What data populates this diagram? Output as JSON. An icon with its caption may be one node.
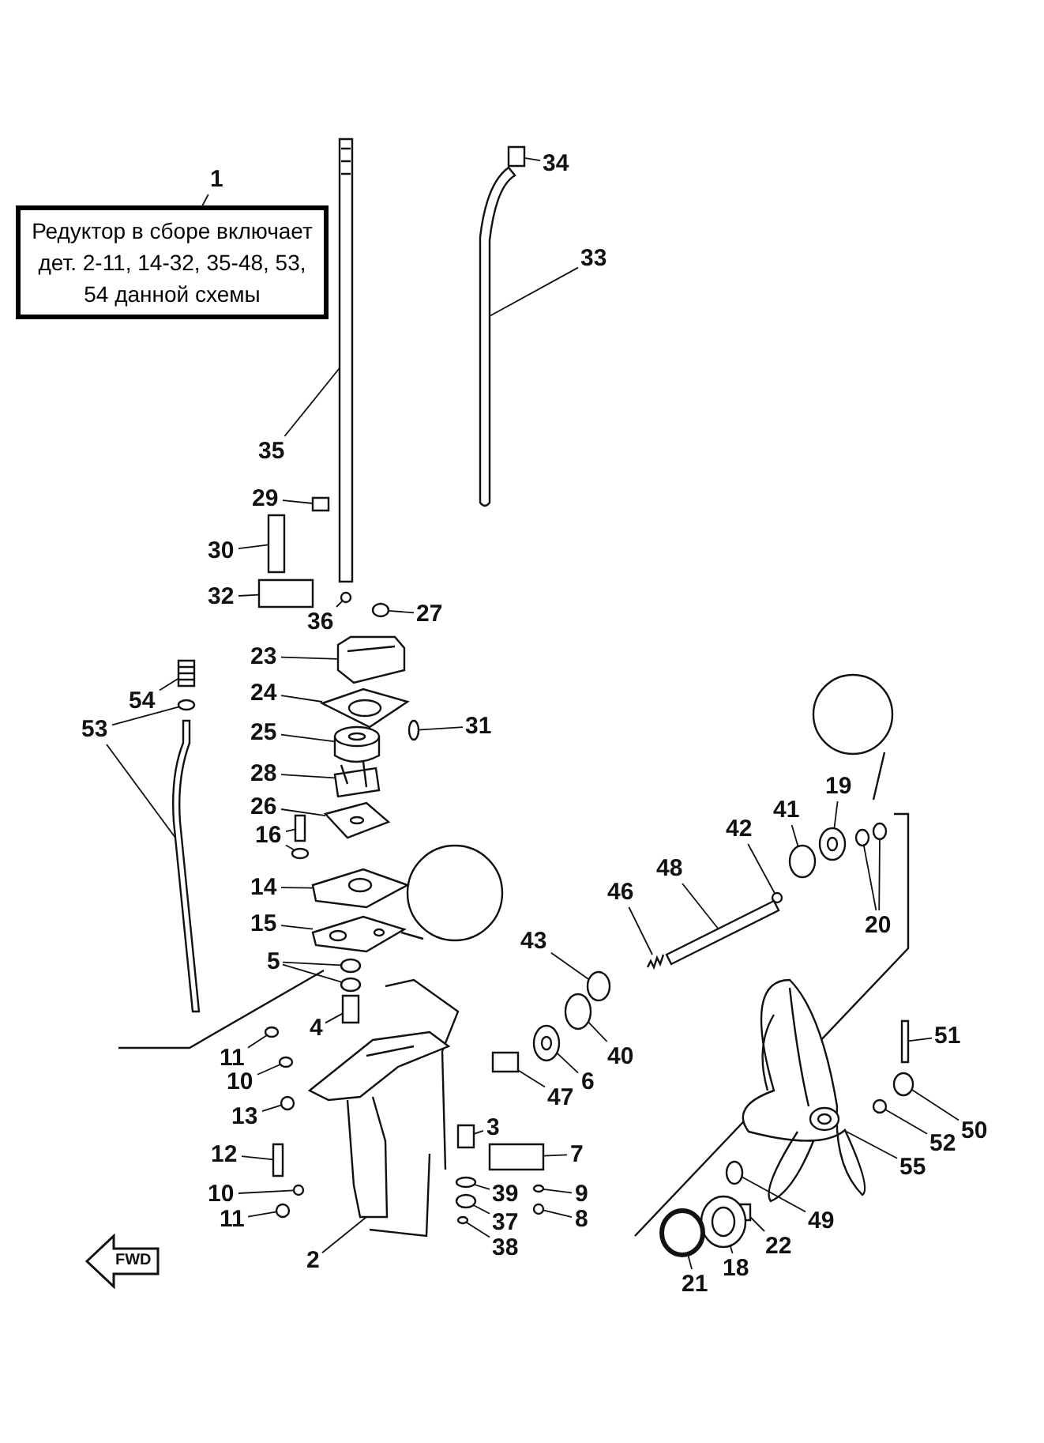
{
  "diagram": {
    "nodes": [
      {
        "text": [
          "Редуктор в сборе включает дет. 2-11, 14-32, 35-48, 53, 54 данной схемы"
        ]
      },
      {
        "text": [
          "1"
        ]
      },
      {
        "text": [
          "34"
        ]
      },
      {
        "text": [
          "33"
        ]
      },
      {
        "text": [
          "35"
        ]
      },
      {
        "text": [
          "29"
        ]
      },
      {
        "text": [
          "30"
        ]
      },
      {
        "text": [
          "32"
        ]
      },
      {
        "text": [
          "36"
        ]
      },
      {
        "text": [
          "27"
        ]
      },
      {
        "text": [
          "23"
        ]
      },
      {
        "text": [
          "54"
        ]
      },
      {
        "text": [
          "53"
        ]
      },
      {
        "text": [
          "24"
        ]
      },
      {
        "text": [
          "31"
        ]
      },
      {
        "text": [
          "25"
        ]
      },
      {
        "text": [
          "28"
        ]
      },
      {
        "text": [
          "19"
        ]
      },
      {
        "text": [
          "41"
        ]
      },
      {
        "text": [
          "42"
        ]
      },
      {
        "text": [
          "26"
        ]
      },
      {
        "text": [
          "16"
        ]
      },
      {
        "text": [
          "48"
        ]
      },
      {
        "text": [
          "46"
        ]
      },
      {
        "text": [
          "14"
        ]
      },
      {
        "text": [
          "20"
        ]
      },
      {
        "text": [
          "15"
        ]
      },
      {
        "text": [
          "43"
        ]
      },
      {
        "text": [
          "5"
        ]
      },
      {
        "text": [
          "4"
        ]
      },
      {
        "text": [
          "51"
        ]
      },
      {
        "text": [
          "11"
        ]
      },
      {
        "text": [
          "40"
        ]
      },
      {
        "text": [
          "10"
        ]
      },
      {
        "text": [
          "6"
        ]
      },
      {
        "text": [
          "47"
        ]
      },
      {
        "text": [
          "13"
        ]
      },
      {
        "text": [
          "50"
        ]
      },
      {
        "text": [
          "3"
        ]
      },
      {
        "text": [
          "52"
        ]
      },
      {
        "text": [
          "12"
        ]
      },
      {
        "text": [
          "7"
        ]
      },
      {
        "text": [
          "55"
        ]
      },
      {
        "text": [
          "10"
        ]
      },
      {
        "text": [
          "39"
        ]
      },
      {
        "text": [
          "9"
        ]
      },
      {
        "text": [
          "49"
        ]
      },
      {
        "text": [
          "11"
        ]
      },
      {
        "text": [
          "37"
        ]
      },
      {
        "text": [
          "8"
        ]
      },
      {
        "text": [
          "22"
        ]
      },
      {
        "text": [
          "38"
        ]
      },
      {
        "text": [
          "2"
        ]
      },
      {
        "text": [
          "18"
        ]
      },
      {
        "text": [
          "21"
        ]
      },
      {
        "text": [],
        "shape": "box"
      },
      {
        "text": [],
        "shape": "bar"
      },
      {
        "text": [],
        "shape": "bar"
      },
      {
        "text": [],
        "shape": "box"
      },
      {
        "text": [],
        "shape": "box"
      },
      {
        "text": [],
        "shape": "box"
      },
      {
        "text": [],
        "shape": "circle"
      },
      {
        "text": [],
        "shape": "circle"
      },
      {
        "text": [],
        "shape": "picture"
      },
      {
        "text": [],
        "shape": "picture"
      },
      {
        "text": [],
        "shape": "circle"
      },
      {
        "text": [],
        "shape": "bar"
      },
      {
        "text": [],
        "shape": "picture"
      },
      {
        "text": [],
        "shape": "circle"
      },
      {
        "text": [],
        "shape": "cylinder"
      },
      {
        "text": [],
        "shape": "picture"
      },
      {
        "text": [],
        "shape": "picture"
      },
      {
        "text": [],
        "shape": "circle"
      },
      {
        "text": [],
        "shape": "circle"
      },
      {
        "text": [],
        "shape": "picture"
      },
      {
        "text": [],
        "shape": "box"
      },
      {
        "text": [],
        "shape": "circle"
      },
      {
        "text": [],
        "shape": "bar"
      },
      {
        "text": [],
        "shape": "picture"
      },
      {
        "text": [],
        "shape": "picture"
      },
      {
        "text": [],
        "shape": "circle"
      },
      {
        "text": [],
        "shape": "circle"
      },
      {
        "text": [],
        "shape": "picture"
      },
      {
        "text": [],
        "shape": "circle"
      },
      {
        "text": [],
        "shape": "circle"
      },
      {
        "text": [],
        "shape": "circle"
      },
      {
        "text": [],
        "shape": "box"
      },
      {
        "text": [],
        "shape": "box"
      },
      {
        "text": [],
        "shape": "circle"
      },
      {
        "text": [],
        "shape": "circle"
      },
      {
        "text": [],
        "shape": "circle"
      },
      {
        "text": [],
        "shape": "picture"
      },
      {
        "text": [],
        "shape": "box"
      },
      {
        "text": [],
        "shape": "circle"
      },
      {
        "text": [],
        "shape": "circle"
      },
      {
        "text": [],
        "shape": "box"
      },
      {
        "text": [],
        "shape": "circle"
      },
      {
        "text": [],
        "shape": "box"
      },
      {
        "text": [],
        "shape": "box"
      },
      {
        "text": [],
        "shape": "picture"
      },
      {
        "text": [],
        "shape": "circle"
      },
      {
        "text": [],
        "shape": "circle"
      },
      {
        "text": [],
        "shape": "circle"
      },
      {
        "text": [],
        "shape": "circle"
      },
      {
        "text": [],
        "shape": "circle"
      },
      {
        "text": [],
        "shape": "circle"
      },
      {
        "text": [],
        "shape": "circle"
      },
      {
        "text": [],
        "shape": "box"
      },
      {
        "text": [],
        "shape": "circle"
      },
      {
        "text": [],
        "shape": "picture"
      },
      {
        "text": [],
        "shape": "picture"
      },
      {
        "text": [],
        "shape": "circle"
      }
    ],
    "edges": [
      {
        "from": 1,
        "to": 0,
        "arrow": "none"
      },
      {
        "from": 2,
        "to": 55,
        "arrow": "none"
      },
      {
        "from": 3,
        "to": 56,
        "arrow": "none"
      },
      {
        "from": 4,
        "to": 57,
        "arrow": "none"
      },
      {
        "from": 5,
        "to": 58,
        "arrow": "none"
      },
      {
        "from": 6,
        "to": 59,
        "arrow": "none"
      },
      {
        "from": 7,
        "to": 60,
        "arrow": "none"
      },
      {
        "from": 8,
        "to": 61,
        "arrow": "none"
      },
      {
        "from": 9,
        "to": 62,
        "arrow": "none"
      },
      {
        "from": 10,
        "to": 63,
        "arrow": "none"
      },
      {
        "from": 11,
        "to": 64,
        "arrow": "none"
      },
      {
        "from": 12,
        "to": 65,
        "arrow": "none"
      },
      {
        "from": 12,
        "to": 66,
        "arrow": "none"
      },
      {
        "from": 13,
        "to": 67,
        "arrow": "none"
      },
      {
        "from": 14,
        "to": 68,
        "arrow": "none"
      },
      {
        "from": 15,
        "to": 69,
        "arrow": "none"
      },
      {
        "from": 16,
        "to": 70,
        "arrow": "none"
      },
      {
        "from": 17,
        "to": 71,
        "arrow": "none"
      },
      {
        "from": 18,
        "to": 72,
        "arrow": "none"
      },
      {
        "from": 19,
        "to": 73,
        "arrow": "none"
      },
      {
        "from": 20,
        "to": 74,
        "arrow": "none"
      },
      {
        "from": 21,
        "to": 75,
        "arrow": "none"
      },
      {
        "from": 21,
        "to": 76,
        "arrow": "none"
      },
      {
        "from": 22,
        "to": 77,
        "arrow": "none"
      },
      {
        "from": 23,
        "to": 78,
        "arrow": "none"
      },
      {
        "from": 24,
        "to": 79,
        "arrow": "none"
      },
      {
        "from": 25,
        "to": 80,
        "arrow": "none"
      },
      {
        "from": 25,
        "to": 81,
        "arrow": "none"
      },
      {
        "from": 26,
        "to": 82,
        "arrow": "none"
      },
      {
        "from": 27,
        "to": 83,
        "arrow": "none"
      },
      {
        "from": 28,
        "to": 84,
        "arrow": "none"
      },
      {
        "from": 28,
        "to": 85,
        "arrow": "none"
      },
      {
        "from": 29,
        "to": 86,
        "arrow": "none"
      },
      {
        "from": 30,
        "to": 87,
        "arrow": "none"
      },
      {
        "from": 31,
        "to": 88,
        "arrow": "none"
      },
      {
        "from": 32,
        "to": 89,
        "arrow": "none"
      },
      {
        "from": 33,
        "to": 90,
        "arrow": "none"
      },
      {
        "from": 34,
        "to": 91,
        "arrow": "none"
      },
      {
        "from": 35,
        "to": 92,
        "arrow": "none"
      },
      {
        "from": 36,
        "to": 93,
        "arrow": "none"
      },
      {
        "from": 37,
        "to": 94,
        "arrow": "none"
      },
      {
        "from": 38,
        "to": 95,
        "arrow": "none"
      },
      {
        "from": 39,
        "to": 96,
        "arrow": "none"
      },
      {
        "from": 40,
        "to": 97,
        "arrow": "none"
      },
      {
        "from": 41,
        "to": 98,
        "arrow": "none"
      },
      {
        "from": 42,
        "to": 99,
        "arrow": "none"
      },
      {
        "from": 43,
        "to": 100,
        "arrow": "none"
      },
      {
        "from": 44,
        "to": 101,
        "arrow": "none"
      },
      {
        "from": 45,
        "to": 102,
        "arrow": "none"
      },
      {
        "from": 46,
        "to": 103,
        "arrow": "none"
      },
      {
        "from": 47,
        "to": 104,
        "arrow": "none"
      },
      {
        "from": 48,
        "to": 105,
        "arrow": "none"
      },
      {
        "from": 49,
        "to": 106,
        "arrow": "none"
      },
      {
        "from": 50,
        "to": 107,
        "arrow": "none"
      },
      {
        "from": 51,
        "to": 108,
        "arrow": "none"
      },
      {
        "from": 52,
        "to": 109,
        "arrow": "none"
      },
      {
        "from": 53,
        "to": 110,
        "arrow": "none"
      },
      {
        "from": 54,
        "to": 111,
        "arrow": "none"
      }
    ],
    "labels": [
      "FWD"
    ]
  }
}
